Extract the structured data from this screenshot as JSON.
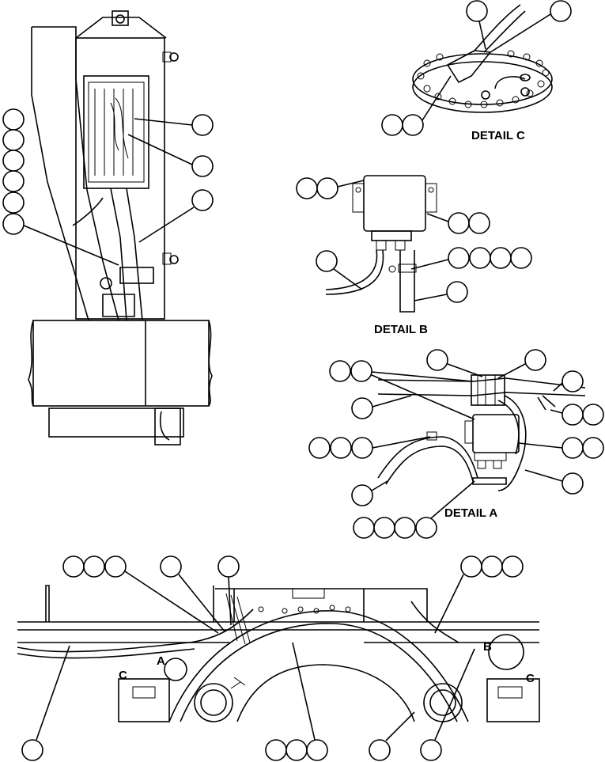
{
  "labels": {
    "detail_a": "DETAIL A",
    "detail_b": "DETAIL B",
    "detail_c": "DETAIL C",
    "mark_a": "A",
    "mark_b": "B",
    "mark_c_left": "C",
    "mark_c_right": "C"
  }
}
